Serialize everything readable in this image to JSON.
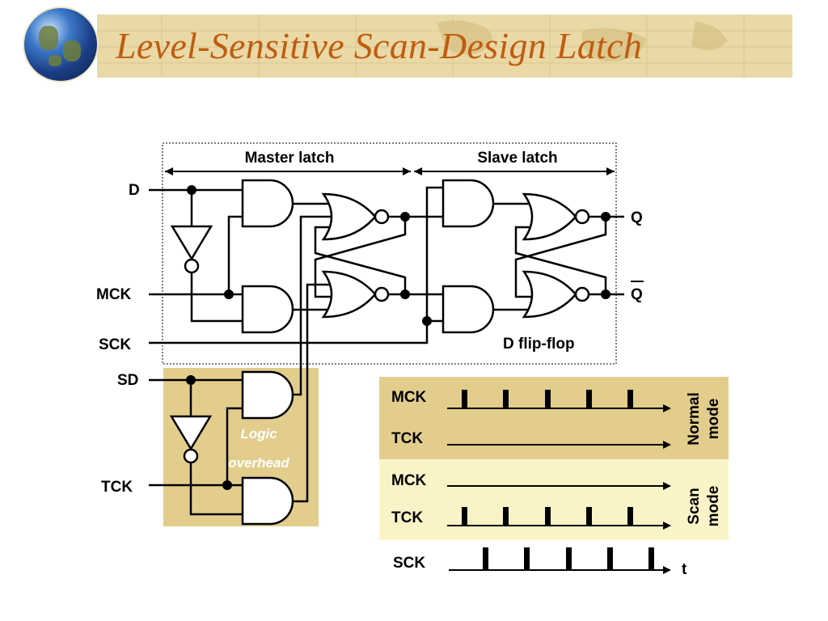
{
  "title": "Level-Sensitive Scan-Design Latch",
  "circuit": {
    "master_latch_label": "Master latch",
    "slave_latch_label": "Slave latch",
    "d_flipflop_label": "D flip-flop",
    "logic_overhead_line1": "Logic",
    "logic_overhead_line2": "overhead",
    "inputs": {
      "d": "D",
      "mck": "MCK",
      "sck": "SCK",
      "sd": "SD",
      "tck": "TCK"
    },
    "outputs": {
      "q": "Q",
      "q_bar": "Q"
    }
  },
  "timing": {
    "normal_mode": {
      "label_line1": "Normal",
      "label_line2": "mode",
      "signal1": "MCK",
      "signal2": "TCK"
    },
    "scan_mode": {
      "label_line1": "Scan",
      "label_line2": "mode",
      "signal1": "MCK",
      "signal2": "TCK"
    },
    "sck": "SCK",
    "time_label": "t"
  },
  "colors": {
    "title": "#c05c10",
    "banner": "#e9d9a6",
    "logic_overhead": "#e2cd8d",
    "normal_mode_bg": "#e2cd8d",
    "scan_mode_bg": "#fbf3c8"
  }
}
